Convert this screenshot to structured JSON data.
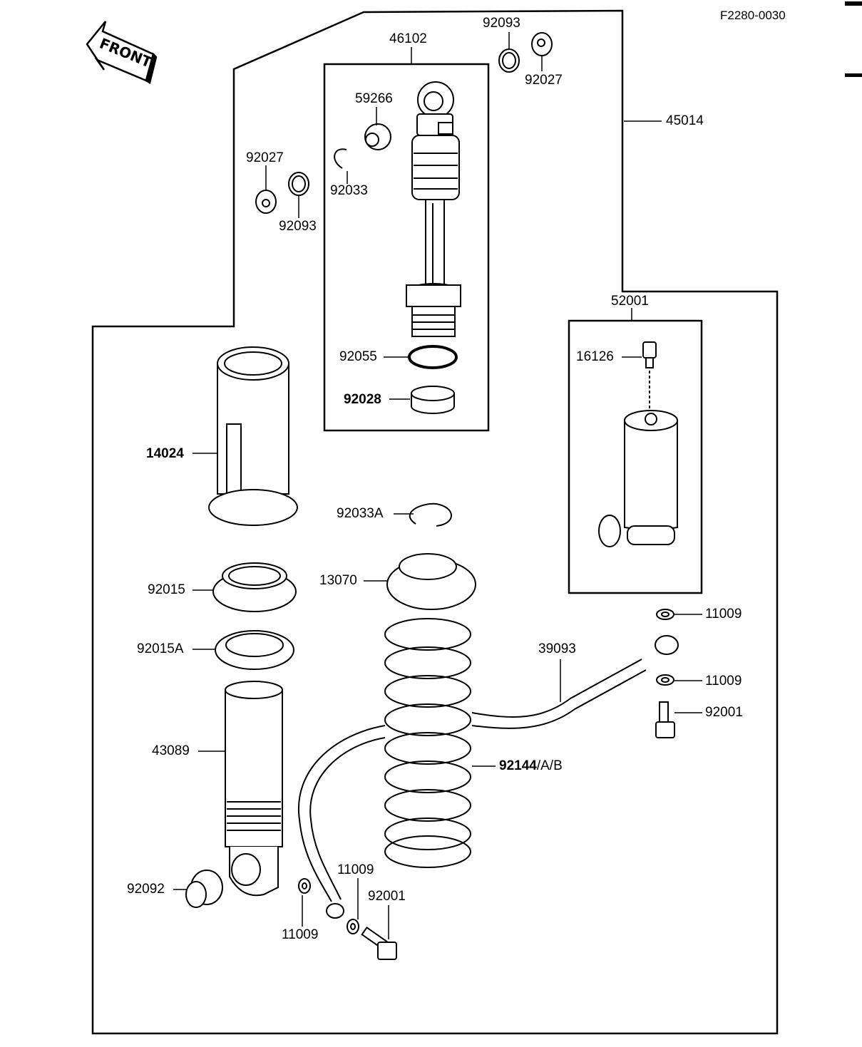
{
  "diagram": {
    "figure_code": "F2280-0030",
    "front_label": "FRONT",
    "parts": {
      "p46102": "46102",
      "p92093_top": "92093",
      "p92027_top": "92027",
      "p45014": "45014",
      "p59266": "59266",
      "p92027_left": "92027",
      "p92033": "92033",
      "p92093_left": "92093",
      "p52001": "52001",
      "p16126": "16126",
      "p92055": "92055",
      "p92028": "92028",
      "p14024": "14024",
      "p92033A": "92033A",
      "p92015": "92015",
      "p13070": "13070",
      "p11009_r1": "11009",
      "p92015A": "92015A",
      "p39093": "39093",
      "p11009_r2": "11009",
      "p92001_r": "92001",
      "p43089": "43089",
      "p92144": "92144",
      "p92144_suffix": "/A/B",
      "p92092": "92092",
      "p11009_b1": "11009",
      "p92001_b": "92001",
      "p11009_b2": "11009"
    }
  }
}
